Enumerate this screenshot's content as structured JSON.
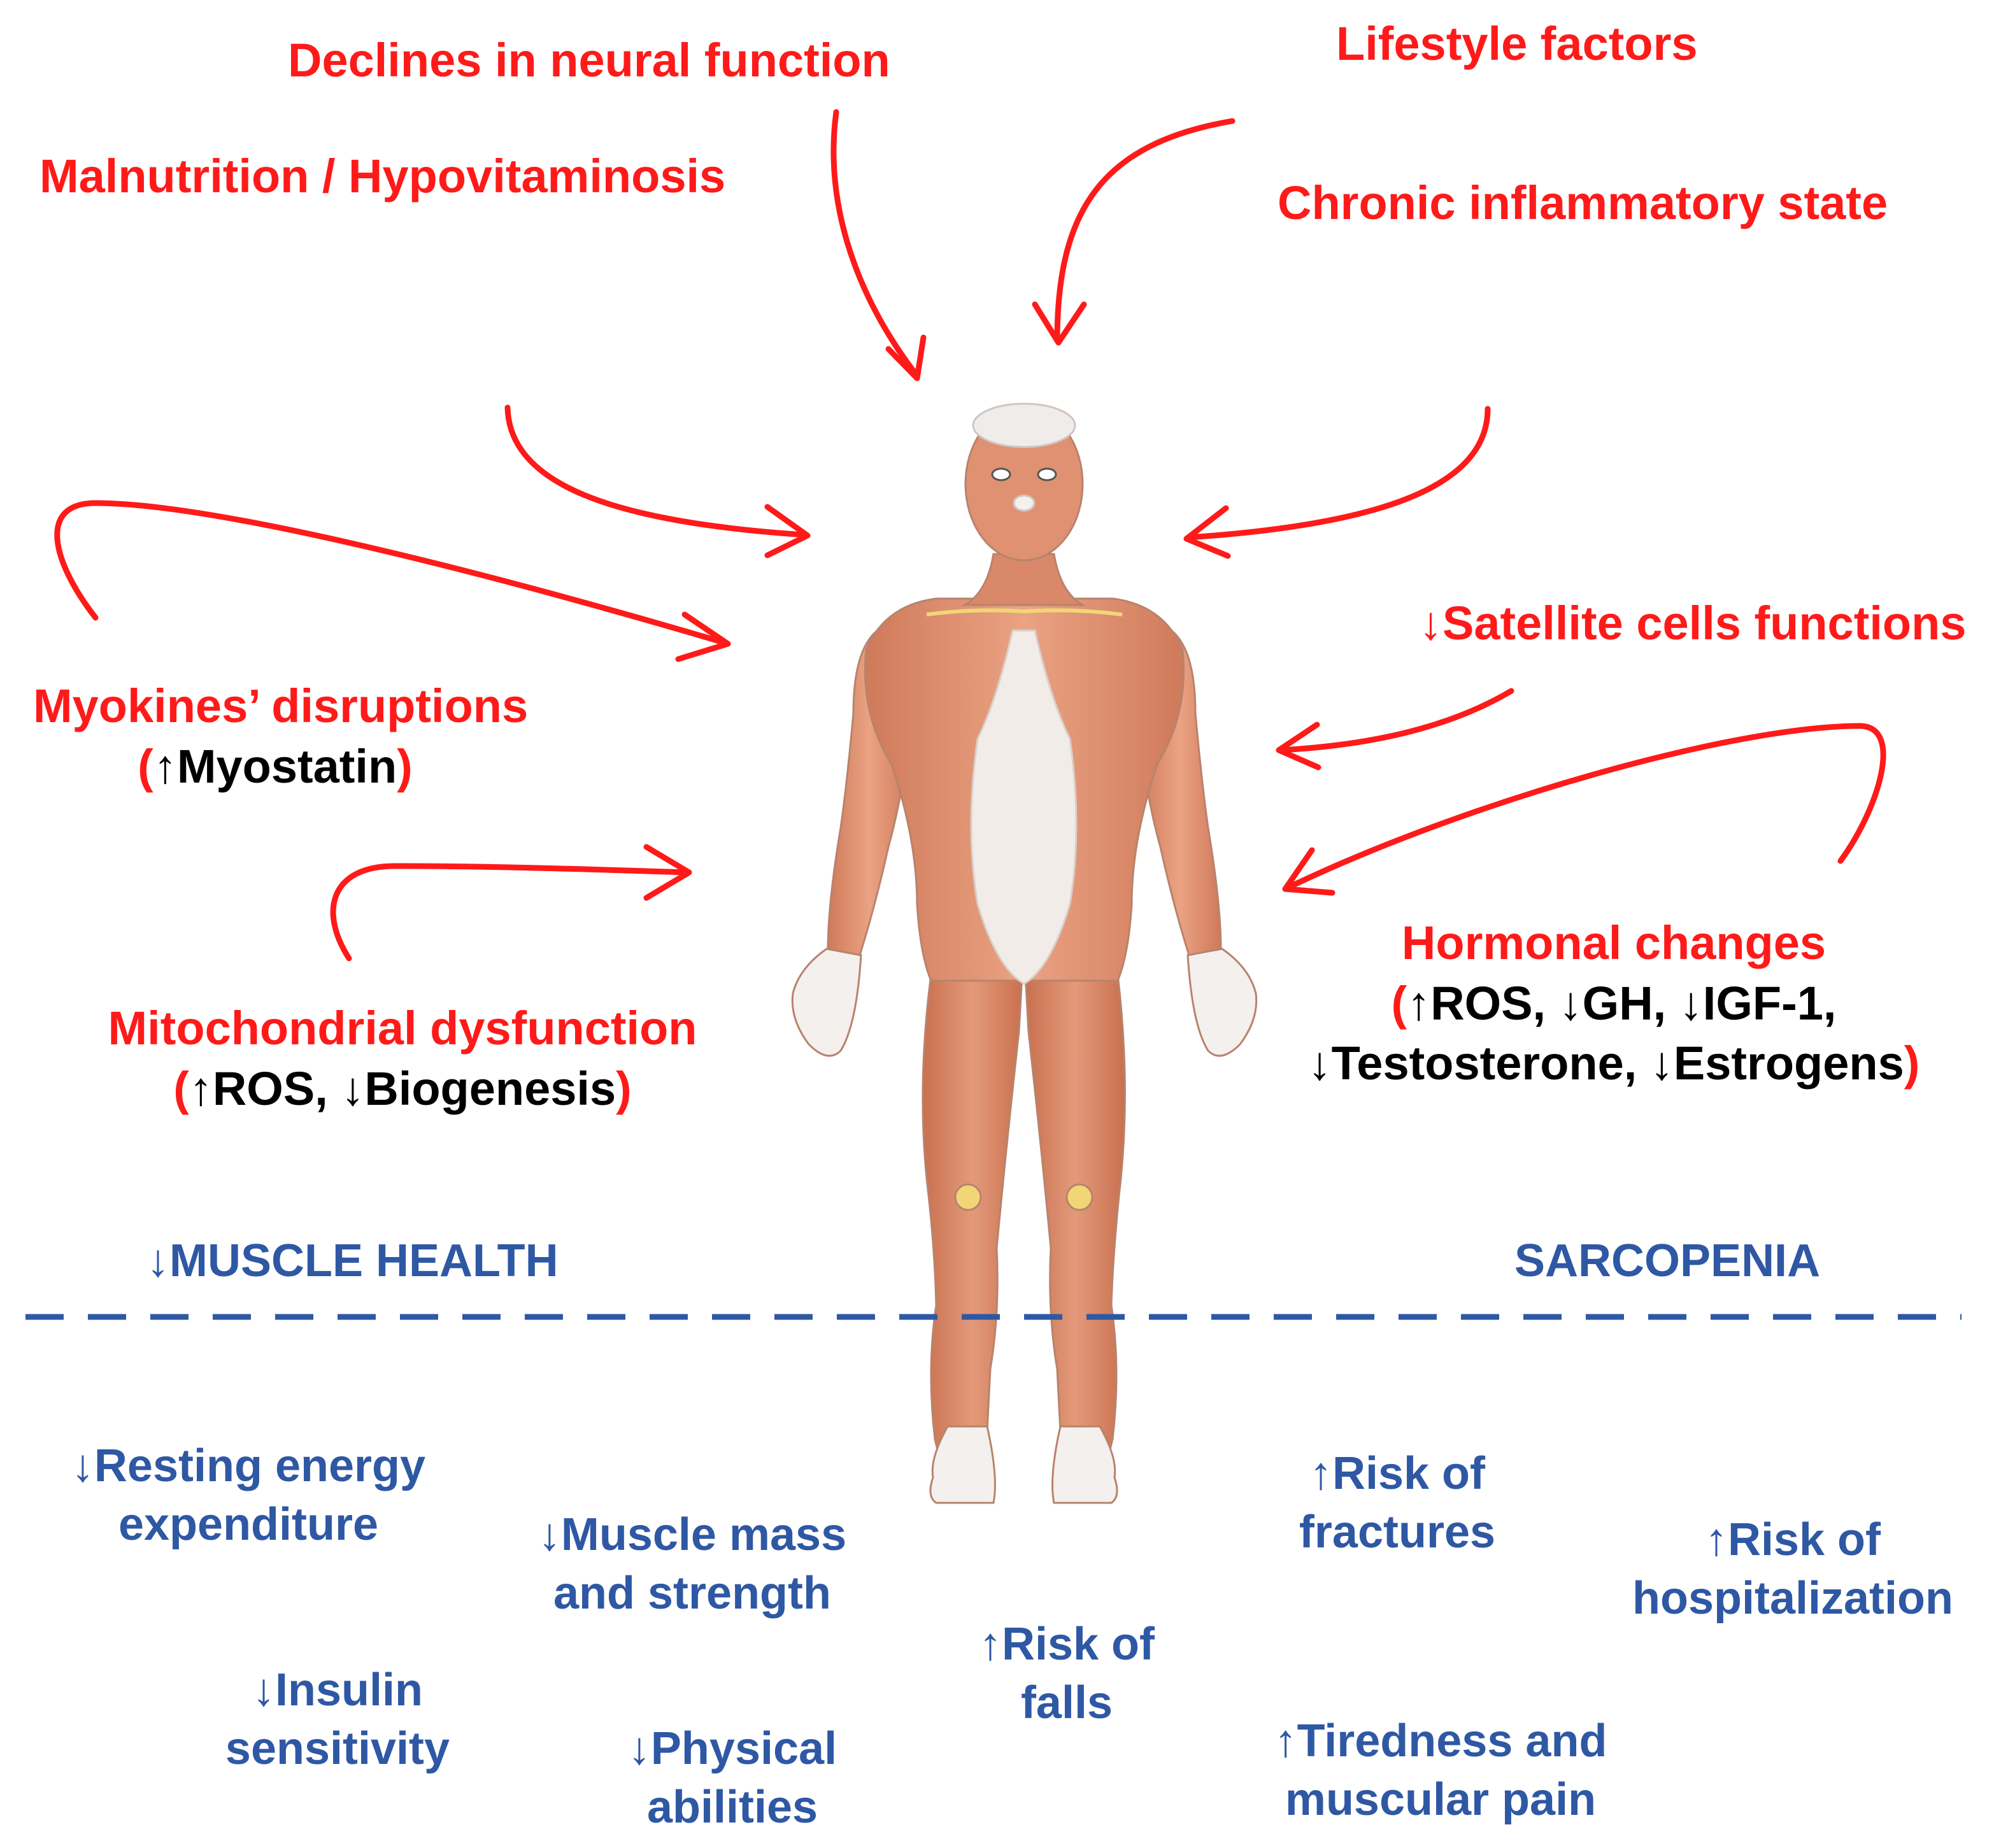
{
  "colors": {
    "cause_red": "#ff1a1a",
    "effect_blue": "#2f58a4",
    "marker_black": "#000000",
    "skin": "#e8a07c",
    "muscle": "#d58263",
    "tendon": "#f2ece8"
  },
  "causes": {
    "neural": "Declines in neural function",
    "lifestyle": "Lifestyle factors",
    "malnutrition": "Malnutrition / Hypovitaminosis",
    "inflammation": "Chronic inflammatory state",
    "satellite": "↓Satellite cells functions",
    "myokines": {
      "title": "Myokines’ disruptions",
      "open": "(",
      "detail": "↑Myostatin",
      "close": ")"
    },
    "hormonal": {
      "title": "Hormonal changes",
      "open": "(",
      "line1": "↑ROS, ↓GH, ↓IGF-1,",
      "line2": "↓Testosterone, ↓Estrogens",
      "close": ")"
    },
    "mitochondrial": {
      "title": "Mitochondrial dysfunction",
      "open": "(",
      "detail": "↑ROS, ↓Biogenesis",
      "close": ")"
    }
  },
  "divider": {
    "left_label": "↓MUSCLE HEALTH",
    "right_label": "SARCOPENIA"
  },
  "effects": {
    "resting_energy": {
      "line1": "↓Resting energy",
      "line2": "expenditure"
    },
    "insulin": {
      "line1": "↓Insulin",
      "line2": "sensitivity"
    },
    "muscle_mass": {
      "line1": "↓Muscle mass",
      "line2": "and strength"
    },
    "physical": {
      "line1": "↓Physical",
      "line2": "abilities"
    },
    "falls": {
      "line1": "↑Risk of",
      "line2": "falls"
    },
    "fractures": {
      "line1": "↑Risk of",
      "line2": "fractures"
    },
    "hospitalization": {
      "line1": "↑Risk of",
      "line2": "hospitalization"
    },
    "tiredness": {
      "line1": "↑Tiredness and",
      "line2": "muscular pain"
    }
  }
}
